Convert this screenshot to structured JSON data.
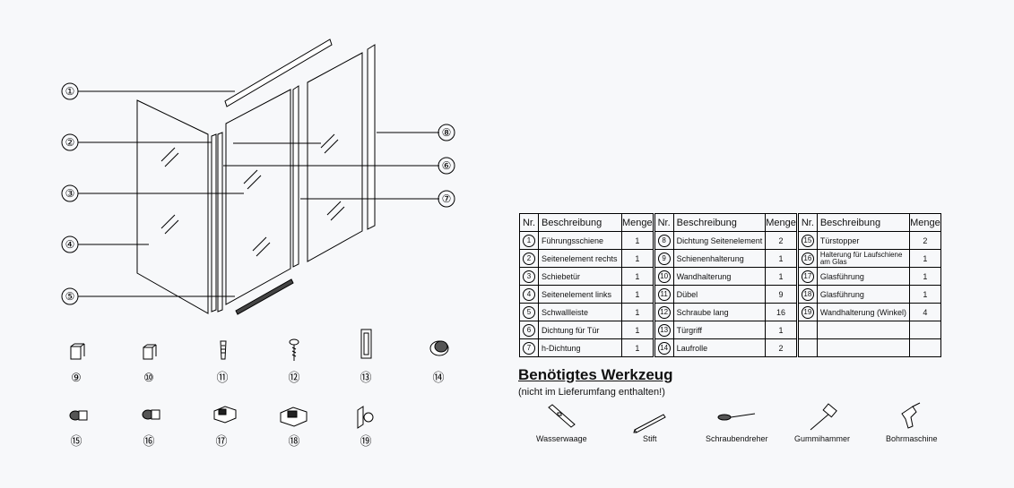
{
  "callouts": [
    "①",
    "②",
    "③",
    "④",
    "⑤",
    "⑥",
    "⑦",
    "⑧"
  ],
  "small_parts": [
    "⑨",
    "⑩",
    "⑪",
    "⑫",
    "⑬",
    "⑭",
    "⑮",
    "⑯",
    "⑰",
    "⑱",
    "⑲"
  ],
  "table": {
    "headers": {
      "nr": "Nr.",
      "description": "Beschreibung",
      "quantity": "Menge"
    },
    "columns": [
      [
        {
          "nr": "1",
          "description": "Führungsschiene",
          "qty": "1"
        },
        {
          "nr": "2",
          "description": "Seitenelement rechts",
          "qty": "1"
        },
        {
          "nr": "3",
          "description": "Schiebetür",
          "qty": "1"
        },
        {
          "nr": "4",
          "description": "Seitenelement links",
          "qty": "1"
        },
        {
          "nr": "5",
          "description": "Schwallleiste",
          "qty": "1"
        },
        {
          "nr": "6",
          "description": "Dichtung für Tür",
          "qty": "1"
        },
        {
          "nr": "7",
          "description": "h-Dichtung",
          "qty": "1"
        }
      ],
      [
        {
          "nr": "8",
          "description": "Dichtung Seitenelement",
          "qty": "2"
        },
        {
          "nr": "9",
          "description": "Schienenhalterung",
          "qty": "1"
        },
        {
          "nr": "10",
          "description": "Wandhalterung",
          "qty": "1"
        },
        {
          "nr": "11",
          "description": "Dübel",
          "qty": "9"
        },
        {
          "nr": "12",
          "description": "Schraube lang",
          "qty": "16"
        },
        {
          "nr": "13",
          "description": "Türgriff",
          "qty": "1"
        },
        {
          "nr": "14",
          "description": "Laufrolle",
          "qty": "2"
        }
      ],
      [
        {
          "nr": "15",
          "description": "Türstopper",
          "qty": "2"
        },
        {
          "nr": "16",
          "description": "Halterung für Laufschiene am Glas",
          "qty": "1"
        },
        {
          "nr": "17",
          "description": "Glasführung",
          "qty": "1"
        },
        {
          "nr": "18",
          "description": "Glasführung",
          "qty": "1"
        },
        {
          "nr": "19",
          "description": "Wandhalterung (Winkel)",
          "qty": "4"
        },
        {
          "nr": "",
          "description": "",
          "qty": ""
        },
        {
          "nr": "",
          "description": "",
          "qty": ""
        }
      ]
    ]
  },
  "tools": {
    "title": "Benötigtes Werkzeug",
    "note": "(nicht im Lieferumfang enthalten!)",
    "items": [
      {
        "label": "Wasserwaage",
        "icon": "spirit-level-icon"
      },
      {
        "label": "Stift",
        "icon": "pencil-icon"
      },
      {
        "label": "Schraubendreher",
        "icon": "screwdriver-icon"
      },
      {
        "label": "Gummihammer",
        "icon": "rubber-mallet-icon"
      },
      {
        "label": "Bohrmaschine",
        "icon": "drill-icon"
      }
    ]
  }
}
